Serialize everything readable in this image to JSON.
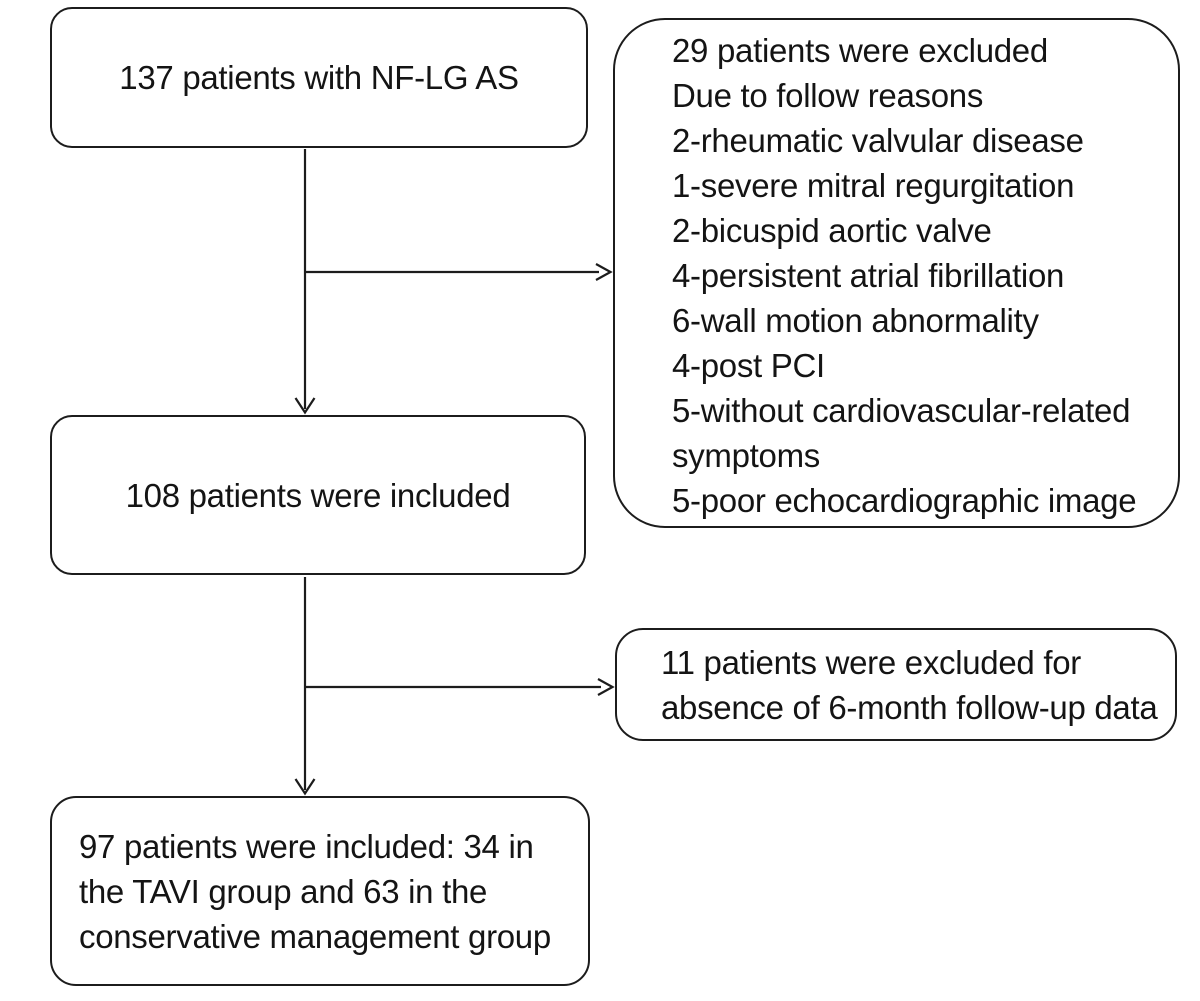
{
  "figure": {
    "type": "patient-flow-diagram",
    "background": "#ffffff",
    "colors": {
      "box-border": "#1c1c1c",
      "box-fill": "#ffffff",
      "text": "#141414",
      "arrow": "#1c1c1c"
    },
    "nodes": {
      "enrolled": {
        "text": "137 patients with NF-LG AS"
      },
      "excluded_initial": {
        "text": "29 patients were excluded\nDue to follow reasons\n2-rheumatic valvular disease\n1-severe mitral regurgitation\n2-bicuspid aortic valve\n4-persistent atrial fibrillation\n6-wall motion abnormality\n4-post PCI\n5-without cardiovascular-related\nsymptoms\n5-poor echocardiographic image"
      },
      "included": {
        "text": "108 patients were included"
      },
      "excluded_followup": {
        "text": "11 patients were excluded for\nabsence of 6-month follow-up data"
      },
      "final": {
        "text": "97 patients were included: 34 in\nthe TAVI group and 63 in the\nconservative management group"
      }
    },
    "edges": [
      {
        "from": "enrolled",
        "to": "included",
        "style": "vertical-arrow"
      },
      {
        "from": "enrolled-included-trunk",
        "to": "excluded_initial",
        "style": "branch-arrow"
      },
      {
        "from": "included",
        "to": "final",
        "style": "vertical-arrow"
      },
      {
        "from": "included-final-trunk",
        "to": "excluded_followup",
        "style": "branch-arrow"
      }
    ]
  }
}
